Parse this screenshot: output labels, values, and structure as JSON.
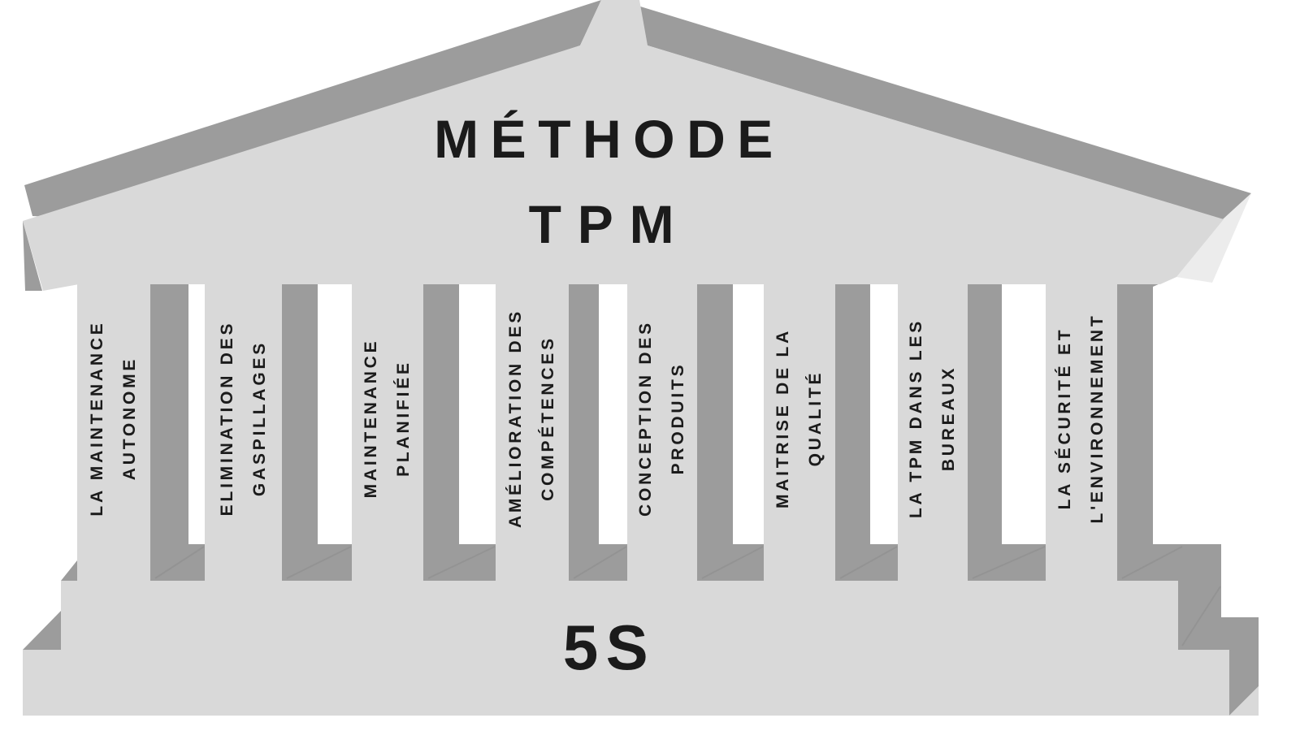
{
  "diagram": {
    "title_line1": "MÉTHODE",
    "title_line2": "TPM",
    "base_label": "5S"
  },
  "pillars": [
    {
      "id": "maintenance-autonome",
      "label": "LA MAINTENANCE\nAUTONOME"
    },
    {
      "id": "elimination-gaspillages",
      "label": "ELIMINATION DES\nGASPILLAGES"
    },
    {
      "id": "maintenance-planifiee",
      "label": "MAINTENANCE\nPLANIFIÉE"
    },
    {
      "id": "amelioration-competences",
      "label": "AMÉLIORATION DES\nCOMPÉTENCES"
    },
    {
      "id": "conception-produits",
      "label": "CONCEPTION DES\nPRODUITS"
    },
    {
      "id": "maitrise-qualite",
      "label": "MAITRISE DE LA\nQUALITÉ"
    },
    {
      "id": "tpm-bureaux",
      "label": "LA TPM DANS LES\nBUREAUX"
    },
    {
      "id": "securite-environnement",
      "label": "LA SÉCURITÉ ET\nL'ENVIRONNEMENT"
    }
  ],
  "colors": {
    "face": "#d9d9d9",
    "shadow": "#9c9c9c",
    "highlight": "#ececec",
    "text": "#1b1b1b",
    "background": "#ffffff"
  }
}
